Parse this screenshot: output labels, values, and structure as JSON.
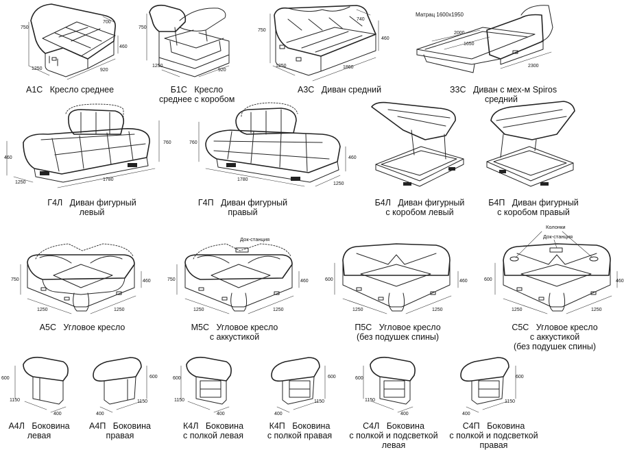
{
  "notes": {
    "mattress": "Матрац 1600x1950",
    "dock": "Док-станция",
    "dock2": "Док-станция",
    "speakers": "Колонки"
  },
  "items": [
    {
      "code": "А1С",
      "name": "Кресло среднее",
      "dims": [
        "750",
        "700",
        "460",
        "1250",
        "920"
      ]
    },
    {
      "code": "Б1С",
      "name": "Кресло",
      "name2": "среднее с коробом",
      "dims": [
        "750",
        "1250",
        "920"
      ]
    },
    {
      "code": "А3С",
      "name": "Диван средний",
      "dims": [
        "750",
        "740",
        "460",
        "1250",
        "1860"
      ]
    },
    {
      "code": "З3С",
      "name": "Диван с мех-м Spiros",
      "name2": "средний",
      "dims": [
        "2000",
        "1650",
        "2300"
      ]
    },
    {
      "code": "Г4Л",
      "name": "Диван фигурный",
      "name2": "левый",
      "dims": [
        "760",
        "460",
        "1250",
        "1780"
      ]
    },
    {
      "code": "Г4П",
      "name": "Диван фигурный",
      "name2": "правый",
      "dims": [
        "760",
        "460",
        "1780",
        "1250"
      ]
    },
    {
      "code": "Б4Л",
      "name": "Диван фигурный",
      "name2": "с коробом левый",
      "dims": []
    },
    {
      "code": "Б4П",
      "name": "Диван фигурный",
      "name2": "с коробом правый",
      "dims": []
    },
    {
      "code": "А5С",
      "name": "Угловое кресло",
      "dims": [
        "750",
        "460",
        "1250",
        "1250"
      ]
    },
    {
      "code": "М5С",
      "name": "Угловое кресло",
      "name2": "с аккустикой",
      "dims": [
        "750",
        "460",
        "1250",
        "1250"
      ]
    },
    {
      "code": "П5С",
      "name": "Угловое кресло",
      "name2": "(без подушек спины)",
      "dims": [
        "600",
        "460",
        "1250",
        "1250"
      ]
    },
    {
      "code": "С5С",
      "name": "Угловое кресло",
      "name2": "с аккустикой",
      "name3": "(без подушек спины)",
      "dims": [
        "600",
        "460",
        "1250",
        "1250"
      ]
    },
    {
      "code": "А4Л",
      "name": "Боковина",
      "name2": "левая",
      "dims": [
        "600",
        "1150",
        "400"
      ]
    },
    {
      "code": "А4П",
      "name": "Боковина",
      "name2": "правая",
      "dims": [
        "600",
        "400",
        "1150"
      ]
    },
    {
      "code": "К4Л",
      "name": "Боковина",
      "name2": "с полкой левая",
      "dims": [
        "600",
        "1150",
        "400"
      ]
    },
    {
      "code": "К4П",
      "name": "Боковина",
      "name2": "с полкой правая",
      "dims": [
        "600",
        "400",
        "1150"
      ]
    },
    {
      "code": "С4Л",
      "name": "Боковина",
      "name2": "с полкой и подсветкой",
      "name3": "левая",
      "dims": [
        "600",
        "1150",
        "400"
      ]
    },
    {
      "code": "С4П",
      "name": "Боковина",
      "name2": "с полкой и подсветкой",
      "name3": "правая",
      "dims": [
        "600",
        "400",
        "1150"
      ]
    }
  ]
}
